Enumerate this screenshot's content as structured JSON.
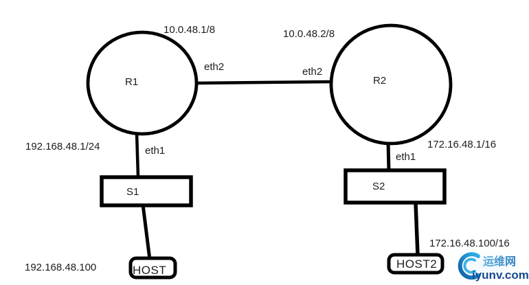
{
  "diagram": {
    "type": "network-topology",
    "nodes": {
      "r1": {
        "label": "R1",
        "kind": "router"
      },
      "r2": {
        "label": "R2",
        "kind": "router"
      },
      "s1": {
        "label": "S1",
        "kind": "switch"
      },
      "s2": {
        "label": "S2",
        "kind": "switch"
      },
      "host1": {
        "label": "HOST",
        "kind": "host"
      },
      "host2": {
        "label": "HOST2",
        "kind": "host"
      }
    },
    "interfaces": {
      "r1_eth1": {
        "label": "eth1",
        "ip": "192.168.48.1/24"
      },
      "r1_eth2": {
        "label": "eth2",
        "ip": "10.0.48.1/8"
      },
      "r2_eth1": {
        "label": "eth1",
        "ip": "172.16.48.1/16"
      },
      "r2_eth2": {
        "label": "eth2",
        "ip": "10.0.48.2/8"
      }
    },
    "host_addresses": {
      "host1_ip": "192.168.48.100",
      "host2_ip": "172.16.48.100/16"
    },
    "links": [
      {
        "from": "R1",
        "to": "R2",
        "via": "eth2 - eth2"
      },
      {
        "from": "R1",
        "to": "S1",
        "via": "eth1"
      },
      {
        "from": "S1",
        "to": "HOST"
      },
      {
        "from": "R2",
        "to": "S2",
        "via": "eth1"
      },
      {
        "from": "S2",
        "to": "HOST2"
      }
    ]
  },
  "watermark": {
    "site_name": "运维网",
    "site_url": "iyunv.com"
  },
  "colors": {
    "ink": "#000000",
    "background": "#ffffff",
    "brand_blue_light": "#39b4e8",
    "brand_blue_dark": "#0d5aa7",
    "brand_text_blue": "#3d93cf",
    "brand_url_navy": "#174a8f"
  }
}
